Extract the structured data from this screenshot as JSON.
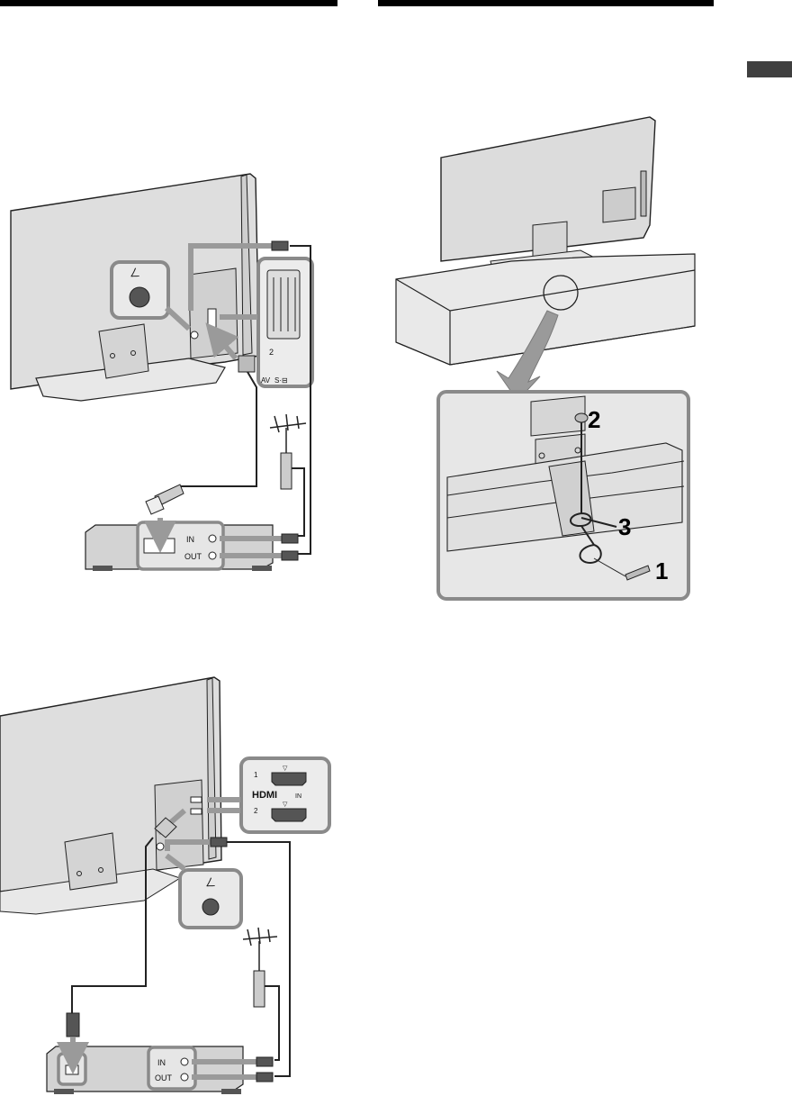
{
  "diagram_top": {
    "scart_port_label": "2",
    "av_label": "AV",
    "svideo_label": "S·⊟",
    "vcr_in_label": "IN",
    "vcr_out_label": "OUT",
    "antenna_symbol_label": "ㄥ"
  },
  "diagram_stand": {
    "step1": "1",
    "step2": "2",
    "step3": "3"
  },
  "diagram_bottom": {
    "hdmi_port1_label": "1",
    "hdmi_port2_label": "2",
    "hdmi_logo": "HDMI",
    "hdmi_in_label": "IN",
    "vcr_in_label": "IN",
    "vcr_out_label": "OUT"
  },
  "colors": {
    "callout_border": "#8a8a8a",
    "arrow_gray": "#9a9a9a",
    "tv_face": "#dcdcdc",
    "section_tab": "#3f3f3f"
  }
}
